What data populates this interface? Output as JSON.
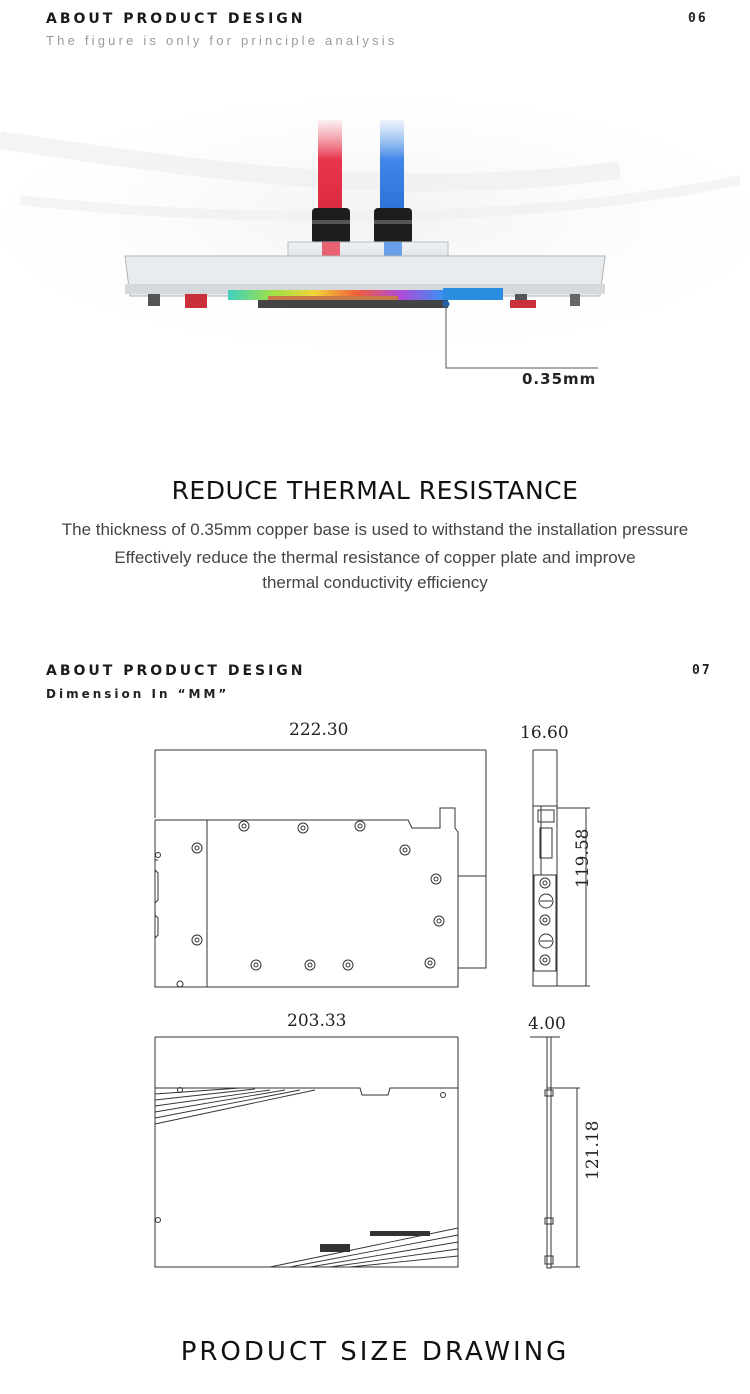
{
  "section1": {
    "title": "ABOUT PRODUCT DESIGN",
    "subtitle": "The figure is only for principle analysis",
    "page_number": "06",
    "callout": "0.35mm",
    "heading": "REDUCE THERMAL RESISTANCE",
    "body_lines": [
      "The thickness of 0.35mm copper base is used to withstand the installation pressure",
      "Effectively reduce the thermal resistance of copper plate and improve",
      "thermal conductivity efficiency"
    ]
  },
  "section2": {
    "title": "ABOUT PRODUCT DESIGN",
    "subtitle": "Dimension In “MM”",
    "page_number": "07",
    "dimensions": {
      "front_width": "222.30",
      "side_thickness": "16.60",
      "front_height": "119.58",
      "back_width": "203.33",
      "backplate_thickness": "4.00",
      "back_height": "121.18"
    },
    "heading": "PRODUCT SIZE DRAWING"
  },
  "colors": {
    "cold_tube": "#3f86e8",
    "hot_tube": "#e8344a",
    "callout_line": "#555555"
  }
}
